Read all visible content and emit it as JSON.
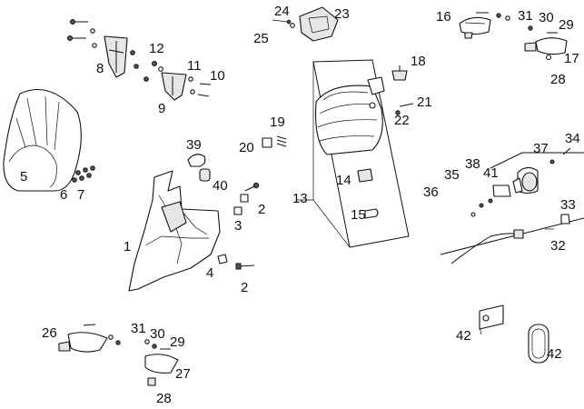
{
  "labels": {
    "l1": "1",
    "l2a": "2",
    "l2b": "2",
    "l3": "3",
    "l4": "4",
    "l5": "5",
    "l6": "6",
    "l7": "7",
    "l8": "8",
    "l9": "9",
    "l10": "10",
    "l11": "11",
    "l12": "12",
    "l13": "13",
    "l14": "14",
    "l15": "15",
    "l16": "16",
    "l17": "17",
    "l18": "18",
    "l19": "19",
    "l20": "20",
    "l21": "21",
    "l22": "22",
    "l23": "23",
    "l24": "24",
    "l25": "25",
    "l26": "26",
    "l27": "27",
    "l28a": "28",
    "l28b": "28",
    "l29a": "29",
    "l29b": "29",
    "l30a": "30",
    "l30b": "30",
    "l31a": "31",
    "l31b": "31",
    "l32": "32",
    "l33": "33",
    "l34": "34",
    "l35": "35",
    "l36": "36",
    "l37": "37",
    "l38": "38",
    "l39": "39",
    "l40": "40",
    "l41": "41",
    "l42a": "42",
    "l42b": "42"
  }
}
